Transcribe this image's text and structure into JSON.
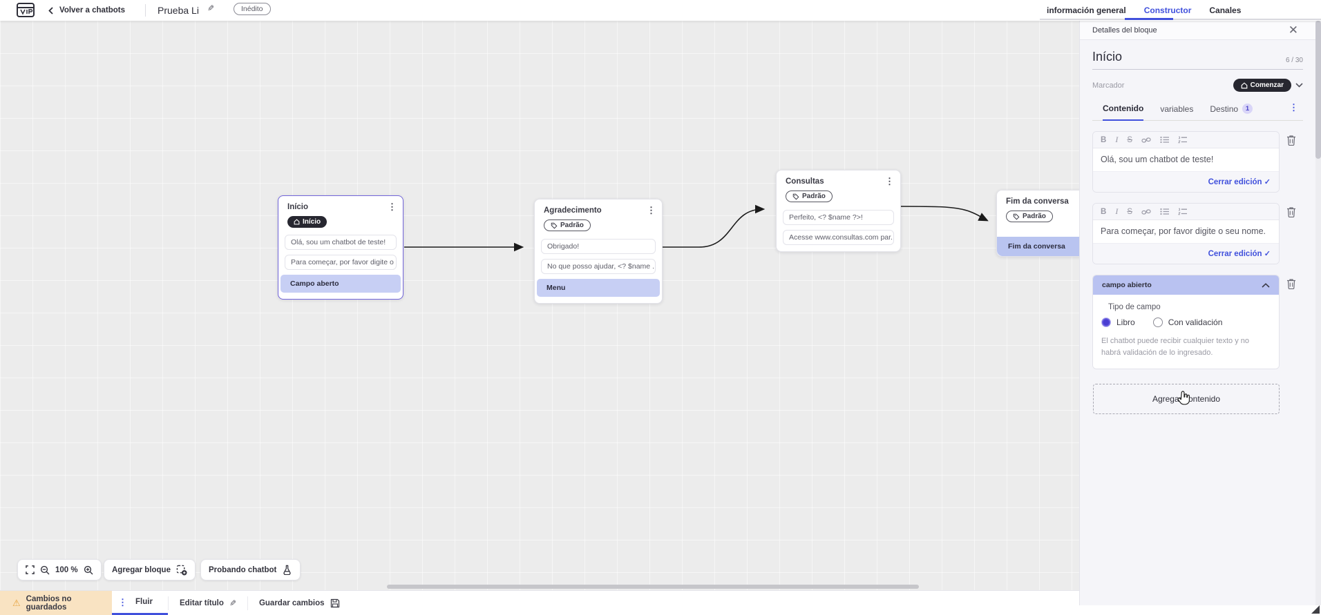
{
  "topbar": {
    "back_label": "Volver a chatbots",
    "title": "Prueba Li",
    "status_badge": "Inédito",
    "tabs": {
      "general": "información general",
      "constructor": "Constructor",
      "canales": "Canales"
    }
  },
  "canvas": {
    "zoom_level": "100 %",
    "add_block_label": "Agregar bloque",
    "test_chatbot_label": "Probando chatbot",
    "nodes": {
      "inicio": {
        "title": "Início",
        "badge": "Início",
        "rows": {
          "r0": "Olá, sou um chatbot de teste!",
          "r1": "Para começar, por favor digite o ...",
          "r2": "Campo aberto"
        }
      },
      "agradecimento": {
        "title": "Agradecimento",
        "badge": "Padrão",
        "rows": {
          "r0": "Obrigado!",
          "r1": "No que posso ajudar, <? $name ...",
          "r2": "Menu"
        }
      },
      "consultas": {
        "title": "Consultas",
        "badge": "Padrão",
        "rows": {
          "r0": "Perfeito, <? $name ?>!",
          "r1": "Acesse www.consultas.com par..."
        }
      },
      "fim": {
        "title": "Fim da conversa",
        "badge": "Padrão",
        "rows": {
          "r0": "Fim da conversa"
        }
      }
    }
  },
  "panel": {
    "header": "Detalles del bloque",
    "block_name": "Início",
    "name_counter": "6 / 30",
    "marker_label": "Marcador",
    "marker_value": "Comenzar",
    "tabs": {
      "contenido": "Contenido",
      "variables": "variables",
      "destino": "Destino",
      "destino_badge": "1"
    },
    "editors": {
      "e0": {
        "text": "Olá, sou um chatbot de teste!",
        "close_label": "Cerrar edición"
      },
      "e1": {
        "text": "Para começar, por favor digite o seu nome.",
        "close_label": "Cerrar edición"
      }
    },
    "field_section": {
      "header": "campo abierto",
      "type_label": "Tipo de campo",
      "option_free": "Libro",
      "option_validated": "Con validación",
      "help_text": "El chatbot puede recibir cualquier texto y no habrá validación de lo ingresado."
    },
    "add_content_label": "Agregar contenido"
  },
  "bottombar": {
    "unsaved_label": "Cambios no guardados",
    "flow_tab": "Fluir",
    "edit_title_label": "Editar título",
    "save_label": "Guardar cambios"
  },
  "colors": {
    "accent": "#4050dc",
    "dark_pill": "#272730",
    "highlight_row": "#c7cff4",
    "fim_row": "#b9c4f0",
    "section_header": "#b9c2f1",
    "warn_bg": "#f9e3c2",
    "radio_selected": "#4a3ed2"
  }
}
